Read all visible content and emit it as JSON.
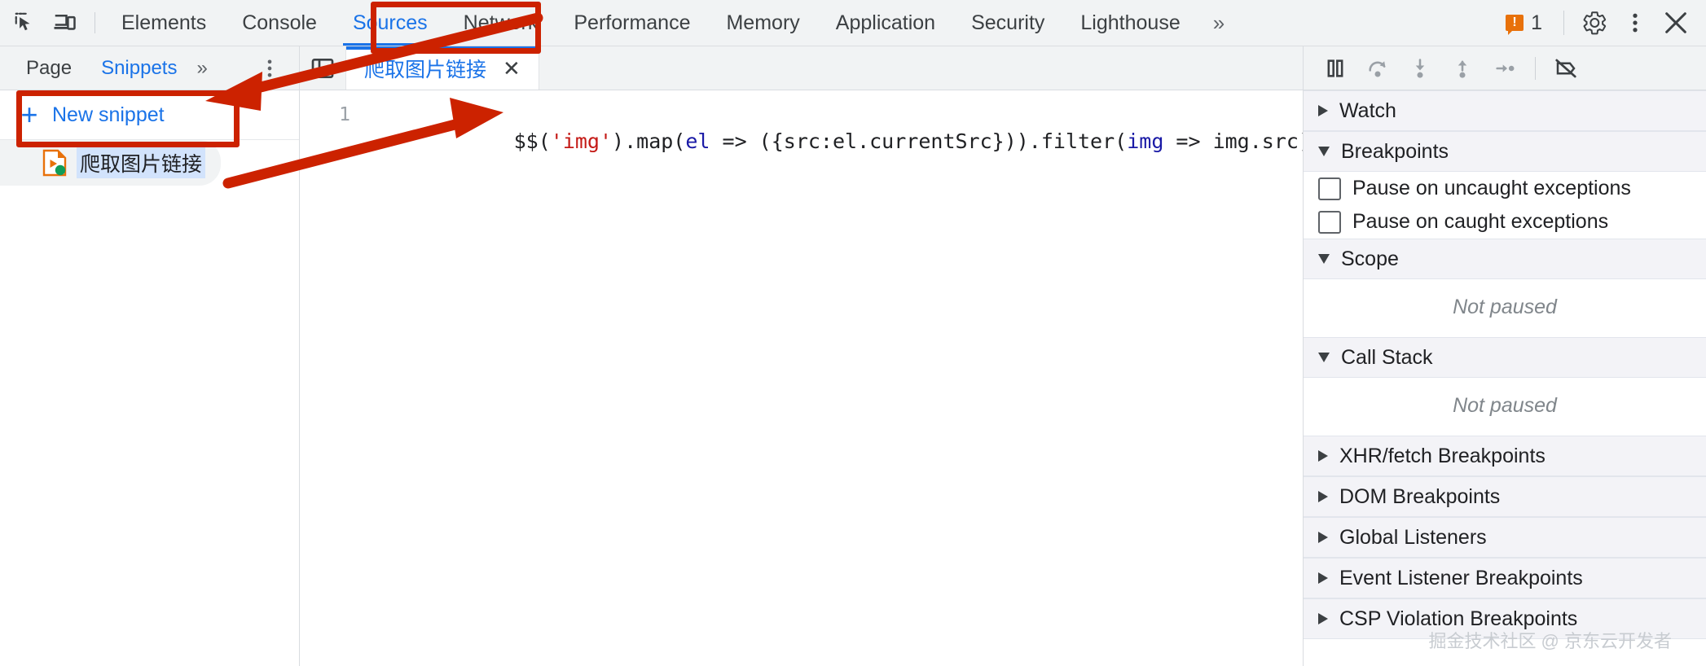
{
  "topbar": {
    "icons": [
      {
        "name": "inspect-element-icon",
        "label": "Inspect element"
      },
      {
        "name": "device-toolbar-icon",
        "label": "Toggle device toolbar"
      }
    ],
    "tabs": [
      {
        "label": "Elements",
        "active": false
      },
      {
        "label": "Console",
        "active": false
      },
      {
        "label": "Sources",
        "active": true
      },
      {
        "label": "Network",
        "active": false
      },
      {
        "label": "Performance",
        "active": false
      },
      {
        "label": "Memory",
        "active": false
      },
      {
        "label": "Application",
        "active": false
      },
      {
        "label": "Security",
        "active": false
      },
      {
        "label": "Lighthouse",
        "active": false
      }
    ],
    "more_tabs_glyph": "»",
    "error_badge": {
      "icon": "error-icon",
      "symbol": "!",
      "count": "1",
      "color": "#e8710a"
    },
    "settings_icon": "gear-icon",
    "kebab_icon": "more-options-icon",
    "close_icon": "close-icon"
  },
  "navigator": {
    "tabs": [
      {
        "label": "Page",
        "active": false
      },
      {
        "label": "Snippets",
        "active": true
      }
    ],
    "more_glyph": "»",
    "kebab_icon": "more-options-icon",
    "new_snippet": {
      "plus": "+",
      "label": "New snippet"
    },
    "snippets": [
      {
        "label": "爬取图片链接",
        "icon": "snippet-file-icon",
        "selected": true
      }
    ]
  },
  "editor": {
    "panel_toggle_icon": "show-navigator-icon",
    "tab": {
      "label": "爬取图片链接",
      "close_glyph": "✕"
    },
    "line_number": "1",
    "code_tokens": [
      {
        "t": "$$(",
        "c": "plain"
      },
      {
        "t": "'img'",
        "c": "string"
      },
      {
        "t": ").map(",
        "c": "plain"
      },
      {
        "t": "el",
        "c": "param"
      },
      {
        "t": " => ({src:el.currentSrc})).filter(",
        "c": "plain"
      },
      {
        "t": "img",
        "c": "param"
      },
      {
        "t": " => img.src)",
        "c": "plain"
      }
    ],
    "code_plain": "$$('img').map(el => ({src:el.currentSrc})).filter(img => img.src)"
  },
  "debugger": {
    "toolbar": [
      {
        "name": "pause-resume-icon",
        "label": "Pause script execution"
      },
      {
        "name": "step-over-icon",
        "label": "Step over next function call"
      },
      {
        "name": "step-into-icon",
        "label": "Step into next function call"
      },
      {
        "name": "step-out-icon",
        "label": "Step out of current function"
      },
      {
        "name": "step-icon",
        "label": "Step"
      },
      {
        "name": "deactivate-breakpoints-icon",
        "label": "Deactivate breakpoints"
      }
    ],
    "sections": [
      {
        "title": "Watch",
        "expanded": false,
        "body": null
      },
      {
        "title": "Breakpoints",
        "expanded": true,
        "body": "checkboxes"
      },
      {
        "title": "Scope",
        "expanded": true,
        "body": "Not paused"
      },
      {
        "title": "Call Stack",
        "expanded": true,
        "body": "Not paused"
      },
      {
        "title": "XHR/fetch Breakpoints",
        "expanded": false,
        "body": null
      },
      {
        "title": "DOM Breakpoints",
        "expanded": false,
        "body": null
      },
      {
        "title": "Global Listeners",
        "expanded": false,
        "body": null
      },
      {
        "title": "Event Listener Breakpoints",
        "expanded": false,
        "body": null
      },
      {
        "title": "CSP Violation Breakpoints",
        "expanded": false,
        "body": null
      }
    ],
    "breakpoint_checkboxes": [
      {
        "label": "Pause on uncaught exceptions",
        "checked": false
      },
      {
        "label": "Pause on caught exceptions",
        "checked": false
      }
    ],
    "not_paused_text": "Not paused"
  },
  "watermark": "掘金技术社区 @ 京东云开发者",
  "annotations": {
    "color": "#cc2200",
    "boxes": [
      {
        "name": "sources-tab-highlight"
      },
      {
        "name": "new-snippet-highlight"
      }
    ],
    "arrows": [
      {
        "name": "arrow-to-snippets-tab"
      },
      {
        "name": "arrow-to-code"
      }
    ]
  }
}
